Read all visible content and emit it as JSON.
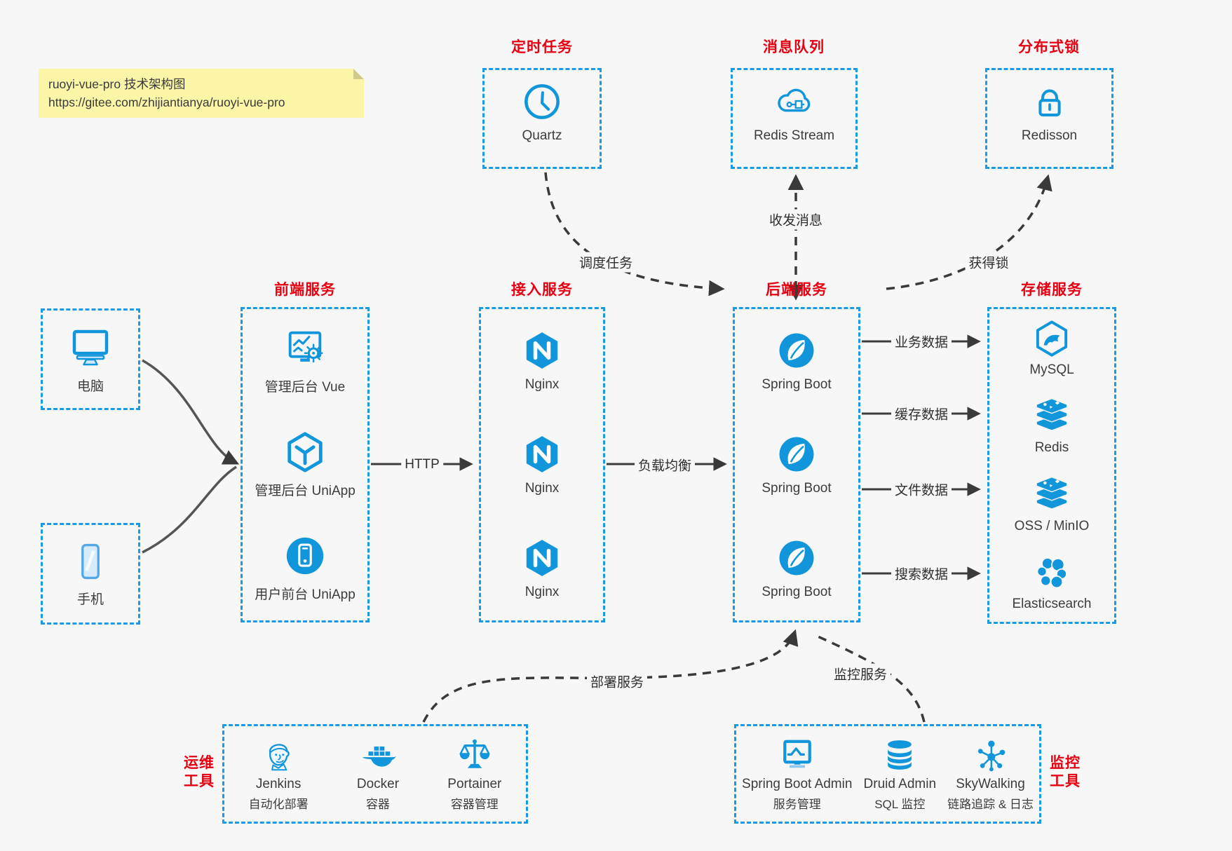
{
  "colors": {
    "icon_accent": "#1296db",
    "box_border": "#1a99e6",
    "title_red": "#e60012",
    "note_bg": "#faf5a7",
    "arrow_dark": "#3d3d3d"
  },
  "note": {
    "line1": "ruoyi-vue-pro 技术架构图",
    "line2": "https://gitee.com/zhijiantianya/ruoyi-vue-pro"
  },
  "top": {
    "scheduled": {
      "title": "定时任务",
      "item": "Quartz"
    },
    "mq": {
      "title": "消息队列",
      "item": "Redis Stream"
    },
    "lock": {
      "title": "分布式锁",
      "item": "Redisson"
    }
  },
  "clients": {
    "pc": "电脑",
    "phone": "手机"
  },
  "frontend": {
    "title": "前端服务",
    "items": [
      {
        "label": "管理后台 Vue"
      },
      {
        "label": "管理后台 UniApp"
      },
      {
        "label": "用户前台 UniApp"
      }
    ]
  },
  "gateway": {
    "title": "接入服务",
    "items": [
      {
        "label": "Nginx"
      },
      {
        "label": "Nginx"
      },
      {
        "label": "Nginx"
      }
    ]
  },
  "backend": {
    "title": "后端服务",
    "items": [
      {
        "label": "Spring Boot"
      },
      {
        "label": "Spring Boot"
      },
      {
        "label": "Spring Boot"
      }
    ]
  },
  "storage": {
    "title": "存储服务",
    "items": [
      {
        "label": "MySQL"
      },
      {
        "label": "Redis"
      },
      {
        "label": "OSS / MinIO"
      },
      {
        "label": "Elasticsearch"
      }
    ]
  },
  "ops": {
    "side1": "运维",
    "side2": "工具",
    "items": [
      {
        "name": "Jenkins",
        "desc": "自动化部署"
      },
      {
        "name": "Docker",
        "desc": "容器"
      },
      {
        "name": "Portainer",
        "desc": "容器管理"
      }
    ]
  },
  "monitoring": {
    "side1": "监控",
    "side2": "工具",
    "items": [
      {
        "name": "Spring Boot Admin",
        "desc": "服务管理"
      },
      {
        "name": "Druid Admin",
        "desc": "SQL 监控"
      },
      {
        "name": "SkyWalking",
        "desc": "链路追踪 & 日志"
      }
    ]
  },
  "edges": {
    "http": "HTTP",
    "load_balance": "负载均衡",
    "business_data": "业务数据",
    "cache_data": "缓存数据",
    "file_data": "文件数据",
    "search_data": "搜索数据",
    "schedule_task": "调度任务",
    "send_receive_message": "收发消息",
    "acquire_lock": "获得锁",
    "deploy_service": "部署服务",
    "monitor_service": "监控服务"
  }
}
